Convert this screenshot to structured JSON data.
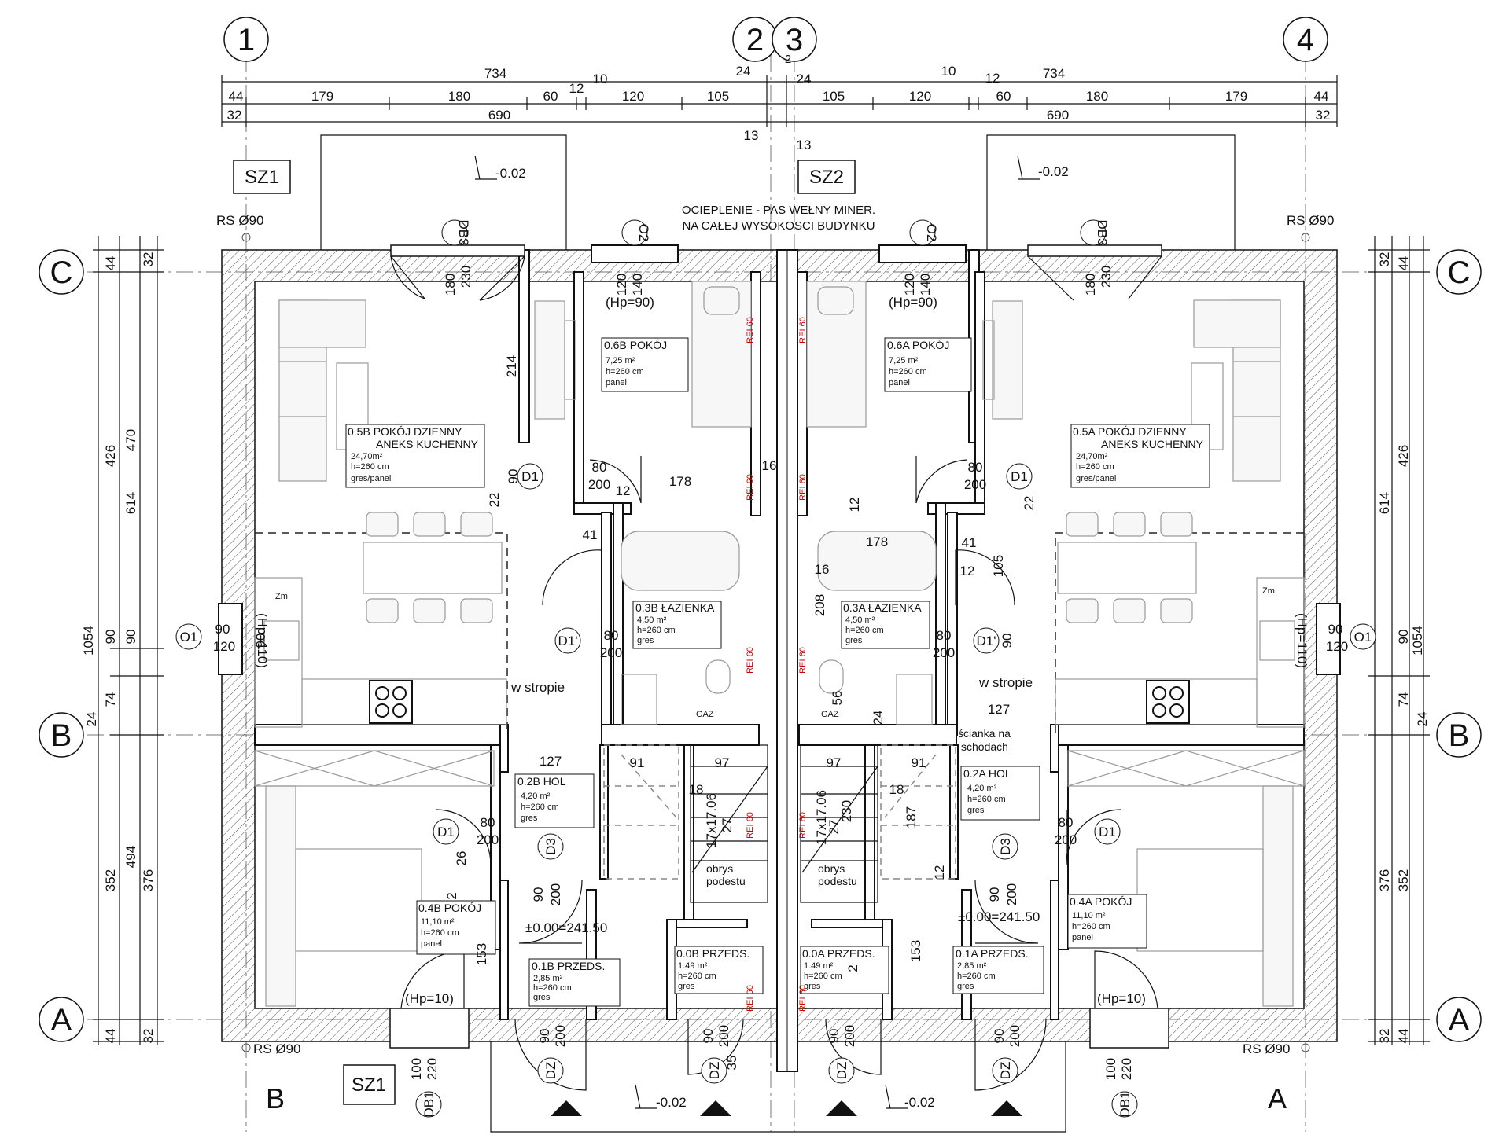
{
  "axes": {
    "vertical": [
      "1",
      "2",
      "3",
      "4"
    ],
    "horizontal": [
      "C",
      "B",
      "A"
    ]
  },
  "top_dims": {
    "overall_left": "734",
    "overall_right": "734",
    "row2_left": [
      "44",
      "179",
      "180",
      "60",
      "12",
      "120",
      "105"
    ],
    "row2_right": [
      "105",
      "120",
      "12",
      "60",
      "180",
      "179",
      "44"
    ],
    "row2_small": [
      "10",
      "24",
      "2",
      "24",
      "10"
    ],
    "row3_left": [
      "32",
      "690"
    ],
    "row3_right": [
      "690",
      "32"
    ],
    "center_small": [
      "13",
      "13"
    ]
  },
  "side_dims": {
    "left_outer": "1054",
    "left_mid": [
      "614",
      "426",
      "352"
    ],
    "left_inner": [
      "470",
      "90",
      "494",
      "376"
    ],
    "left_small": [
      "44",
      "32",
      "74",
      "90",
      "24",
      "44",
      "32"
    ],
    "right_outer": "1054",
    "right_mid": [
      "614",
      "426",
      "352"
    ],
    "right_inner": [
      "376",
      "90",
      "74",
      "24"
    ],
    "right_small": [
      "32",
      "44",
      "44",
      "32"
    ]
  },
  "tags": {
    "sz1": "SZ1",
    "sz2": "SZ2",
    "sz1b": "SZ1",
    "db3": "DB3",
    "o2": "O2",
    "o1": "O1",
    "d1": "D1",
    "d1p": "D1'",
    "d3": "D3",
    "dz": "DZ",
    "db1": "DB1"
  },
  "notes": {
    "insulation_1": "OCIEPLENIE - PAS WEŁNY MINER.",
    "insulation_2": "NA CAŁEJ WYSOKOSCI BUDYNKU",
    "rs": "RS Ø90",
    "level_out": "-0.02",
    "level_in": "±0.00=241.50",
    "w_stropie": "w stropie",
    "scianka_1": "ścianka na",
    "scianka_2": "schodach",
    "obrys_1": "obrys",
    "obrys_2": "podestu",
    "hp90": "(Hp=90)",
    "hp110": "(Hp=110)",
    "hp10": "(Hp=10)",
    "rei": "REI 60",
    "zm": "Zm",
    "gaz": "GAZ",
    "unit_b": "B",
    "unit_a": "A"
  },
  "rooms": {
    "r05b": {
      "name": "0.5B POKÓJ DZIENNY",
      "name2": "ANEKS KUCHENNY",
      "area": "24,70m²",
      "h": "h=260 cm",
      "fin": "gres/panel"
    },
    "r06b": {
      "name": "0.6B POKÓJ",
      "area": "7,25 m²",
      "h": "h=260 cm",
      "fin": "panel"
    },
    "r03b": {
      "name": "0.3B ŁAZIENKA",
      "area": "4,50 m²",
      "h": "h=260 cm",
      "fin": "gres"
    },
    "r02b": {
      "name": "0.2B HOL",
      "area": "4,20 m²",
      "h": "h=260 cm",
      "fin": "gres"
    },
    "r04b": {
      "name": "0.4B POKÓJ",
      "area": "11,10 m²",
      "h": "h=260 cm",
      "fin": "panel"
    },
    "r01b": {
      "name": "0.1B PRZEDS.",
      "area": "2,85 m²",
      "h": "h=260 cm",
      "fin": "gres"
    },
    "r00b": {
      "name": "0.0B PRZEDS.",
      "area": "1.49 m²",
      "h": "h=260 cm",
      "fin": "gres"
    },
    "r05a": {
      "name": "0.5A POKÓJ DZIENNY",
      "name2": "ANEKS KUCHENNY",
      "area": "24,70m²",
      "h": "h=260 cm",
      "fin": "gres/panel"
    },
    "r06a": {
      "name": "0.6A POKÓJ",
      "area": "7,25 m²",
      "h": "h=260 cm",
      "fin": "panel"
    },
    "r03a": {
      "name": "0.3A ŁAZIENKA",
      "area": "4,50 m²",
      "h": "h=260 cm",
      "fin": "gres"
    },
    "r02a": {
      "name": "0.2A HOL",
      "area": "4,20 m²",
      "h": "h=260 cm",
      "fin": "gres"
    },
    "r04a": {
      "name": "0.4A POKÓJ",
      "area": "11,10 m²",
      "h": "h=260 cm",
      "fin": "panel"
    },
    "r01a": {
      "name": "0.1A PRZEDS.",
      "area": "2,85 m²",
      "h": "h=260 cm",
      "fin": "gres"
    },
    "r00a": {
      "name": "0.0A PRZEDS.",
      "area": "1.49 m²",
      "h": "h=260 cm",
      "fin": "gres"
    }
  },
  "inner_dims": {
    "d180": "180",
    "d230": "230",
    "d120": "120",
    "d140": "140",
    "d214": "214",
    "d80": "80",
    "d200": "200",
    "d12": "12",
    "d178": "178",
    "d16": "16",
    "d90": "90",
    "d22": "22",
    "d41": "41",
    "d208": "208",
    "d105": "105",
    "d56": "56",
    "d24": "24",
    "d127": "127",
    "d91": "91",
    "d97": "97",
    "d18": "18",
    "d187": "187",
    "d26": "26",
    "d2": "2",
    "d153": "153",
    "d35": "35",
    "d100": "100",
    "d220": "220",
    "d1706": "17x17.06",
    "d27": "27"
  }
}
